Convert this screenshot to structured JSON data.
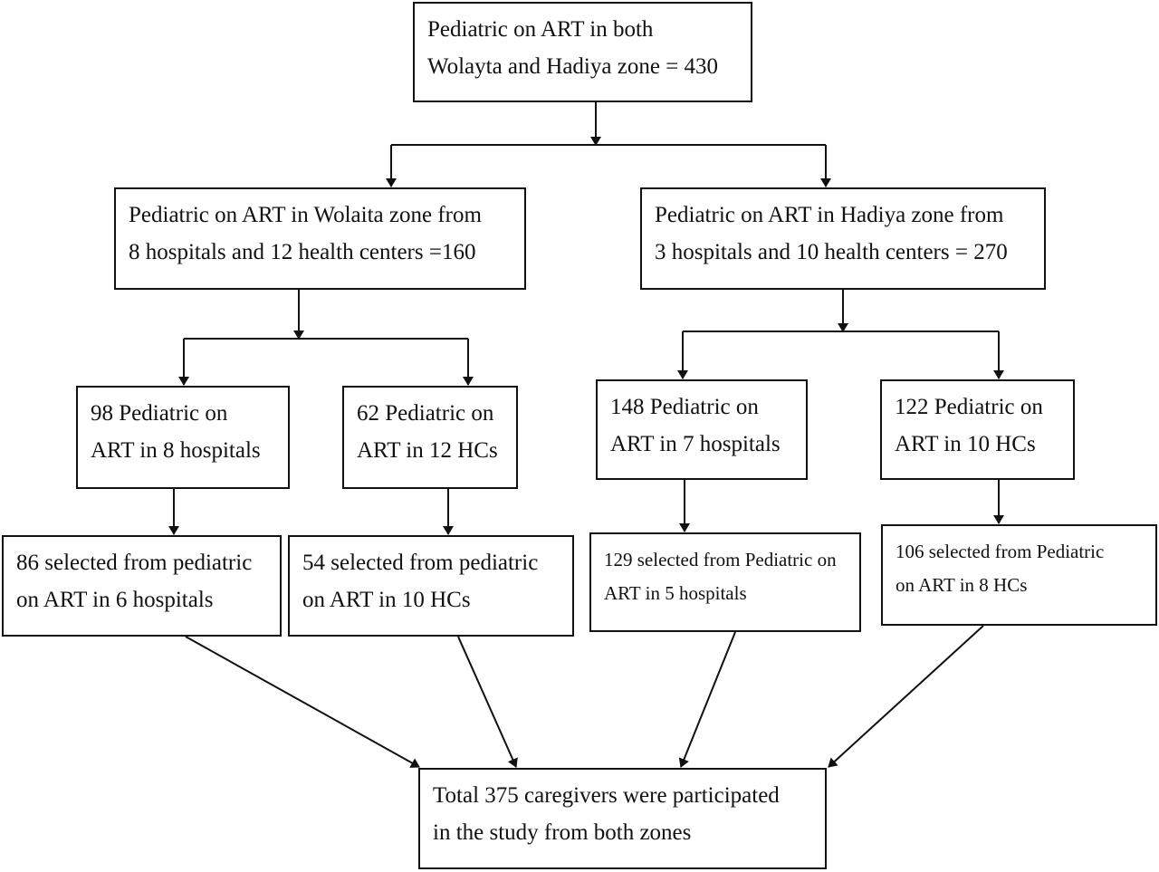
{
  "flowchart": {
    "root": {
      "line1": "Pediatric on ART in both",
      "line2": "Wolayta and Hadiya zone = 430"
    },
    "wolaita_zone": {
      "line1": "Pediatric on ART in Wolaita zone from",
      "line2": "8 hospitals and 12 health centers =160"
    },
    "hadiya_zone": {
      "line1": "Pediatric on ART in Hadiya zone from",
      "line2": "3 hospitals and 10 health centers = 270"
    },
    "wolaita_hospitals": {
      "line1": "98 Pediatric on",
      "line2": "ART in 8 hospitals"
    },
    "wolaita_hcs": {
      "line1": "62 Pediatric on",
      "line2": "ART in 12 HCs"
    },
    "hadiya_hospitals": {
      "line1": "148 Pediatric on",
      "line2": "ART in 7 hospitals"
    },
    "hadiya_hcs": {
      "line1": "122 Pediatric on",
      "line2": "ART in 10 HCs"
    },
    "wolaita_hospitals_selected": {
      "line1": "86 selected from pediatric",
      "line2": "on ART in 6 hospitals"
    },
    "wolaita_hcs_selected": {
      "line1": "54 selected from pediatric",
      "line2": "on ART in 10 HCs"
    },
    "hadiya_hospitals_selected": {
      "line1": "129 selected from Pediatric on",
      "line2": "ART in 5 hospitals"
    },
    "hadiya_hcs_selected": {
      "line1": "106 selected from Pediatric",
      "line2": "on ART in 8 HCs"
    },
    "total": {
      "line1": "Total 375 caregivers were participated",
      "line2": "in the study from both zones"
    }
  }
}
